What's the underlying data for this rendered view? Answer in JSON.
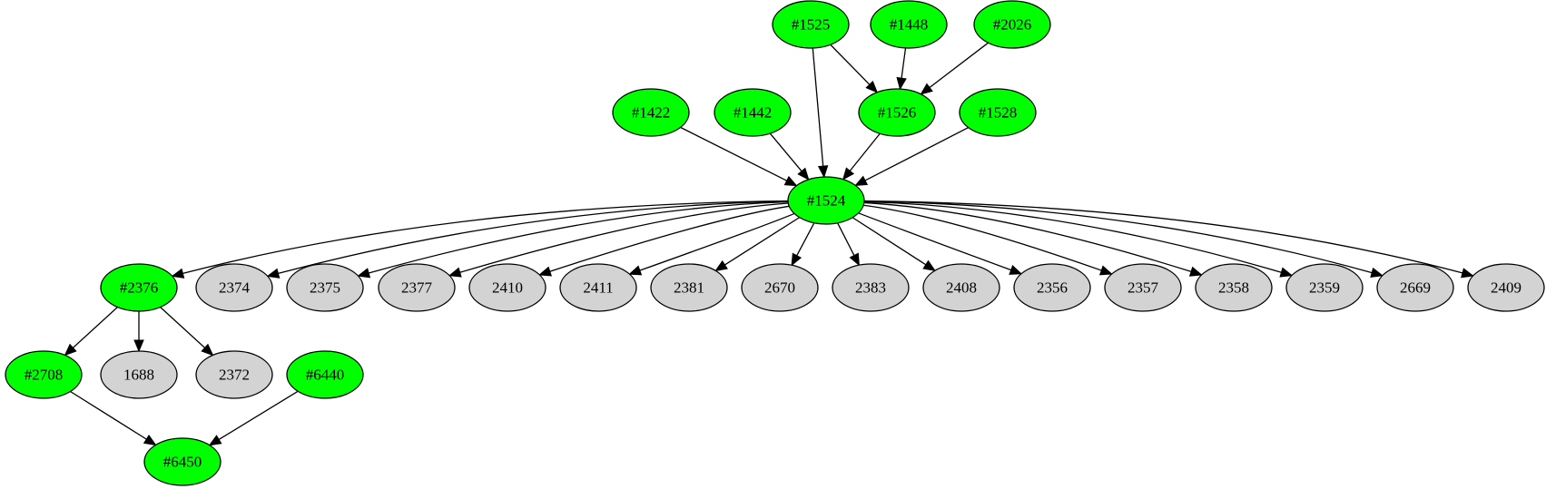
{
  "colors": {
    "highlighted": "#00ff00",
    "normal": "#d3d3d3",
    "edge": "#000000"
  },
  "nodes": [
    {
      "id": "n1525",
      "label": "#1525",
      "highlighted": true
    },
    {
      "id": "n1448",
      "label": "#1448",
      "highlighted": true
    },
    {
      "id": "n2026",
      "label": "#2026",
      "highlighted": true
    },
    {
      "id": "n1422",
      "label": "#1422",
      "highlighted": true
    },
    {
      "id": "n1442",
      "label": "#1442",
      "highlighted": true
    },
    {
      "id": "n1526",
      "label": "#1526",
      "highlighted": true
    },
    {
      "id": "n1528",
      "label": "#1528",
      "highlighted": true
    },
    {
      "id": "n1524",
      "label": "#1524",
      "highlighted": true
    },
    {
      "id": "n2376",
      "label": "#2376",
      "highlighted": true
    },
    {
      "id": "n2374",
      "label": "2374",
      "highlighted": false
    },
    {
      "id": "n2375",
      "label": "2375",
      "highlighted": false
    },
    {
      "id": "n2377",
      "label": "2377",
      "highlighted": false
    },
    {
      "id": "n2410",
      "label": "2410",
      "highlighted": false
    },
    {
      "id": "n2411",
      "label": "2411",
      "highlighted": false
    },
    {
      "id": "n2381",
      "label": "2381",
      "highlighted": false
    },
    {
      "id": "n2670",
      "label": "2670",
      "highlighted": false
    },
    {
      "id": "n2383",
      "label": "2383",
      "highlighted": false
    },
    {
      "id": "n2408",
      "label": "2408",
      "highlighted": false
    },
    {
      "id": "n2356",
      "label": "2356",
      "highlighted": false
    },
    {
      "id": "n2357",
      "label": "2357",
      "highlighted": false
    },
    {
      "id": "n2358",
      "label": "2358",
      "highlighted": false
    },
    {
      "id": "n2359",
      "label": "2359",
      "highlighted": false
    },
    {
      "id": "n2669",
      "label": "2669",
      "highlighted": false
    },
    {
      "id": "n2409",
      "label": "2409",
      "highlighted": false
    },
    {
      "id": "n2708",
      "label": "#2708",
      "highlighted": true
    },
    {
      "id": "n1688",
      "label": "1688",
      "highlighted": false
    },
    {
      "id": "n2372",
      "label": "2372",
      "highlighted": false
    },
    {
      "id": "n6440",
      "label": "#6440",
      "highlighted": true
    },
    {
      "id": "n6450",
      "label": "#6450",
      "highlighted": true
    }
  ],
  "edges": [
    {
      "from": "n1525",
      "to": "n1526"
    },
    {
      "from": "n1448",
      "to": "n1526"
    },
    {
      "from": "n2026",
      "to": "n1526"
    },
    {
      "from": "n1525",
      "to": "n1524"
    },
    {
      "from": "n1422",
      "to": "n1524"
    },
    {
      "from": "n1442",
      "to": "n1524"
    },
    {
      "from": "n1526",
      "to": "n1524"
    },
    {
      "from": "n1528",
      "to": "n1524"
    },
    {
      "from": "n1524",
      "to": "n2376"
    },
    {
      "from": "n1524",
      "to": "n2374"
    },
    {
      "from": "n1524",
      "to": "n2375"
    },
    {
      "from": "n1524",
      "to": "n2377"
    },
    {
      "from": "n1524",
      "to": "n2410"
    },
    {
      "from": "n1524",
      "to": "n2411"
    },
    {
      "from": "n1524",
      "to": "n2381"
    },
    {
      "from": "n1524",
      "to": "n2670"
    },
    {
      "from": "n1524",
      "to": "n2383"
    },
    {
      "from": "n1524",
      "to": "n2408"
    },
    {
      "from": "n1524",
      "to": "n2356"
    },
    {
      "from": "n1524",
      "to": "n2357"
    },
    {
      "from": "n1524",
      "to": "n2358"
    },
    {
      "from": "n1524",
      "to": "n2359"
    },
    {
      "from": "n1524",
      "to": "n2669"
    },
    {
      "from": "n1524",
      "to": "n2409"
    },
    {
      "from": "n2376",
      "to": "n2708"
    },
    {
      "from": "n2376",
      "to": "n1688"
    },
    {
      "from": "n2376",
      "to": "n2372"
    },
    {
      "from": "n2708",
      "to": "n6450"
    },
    {
      "from": "n6440",
      "to": "n6450"
    }
  ]
}
